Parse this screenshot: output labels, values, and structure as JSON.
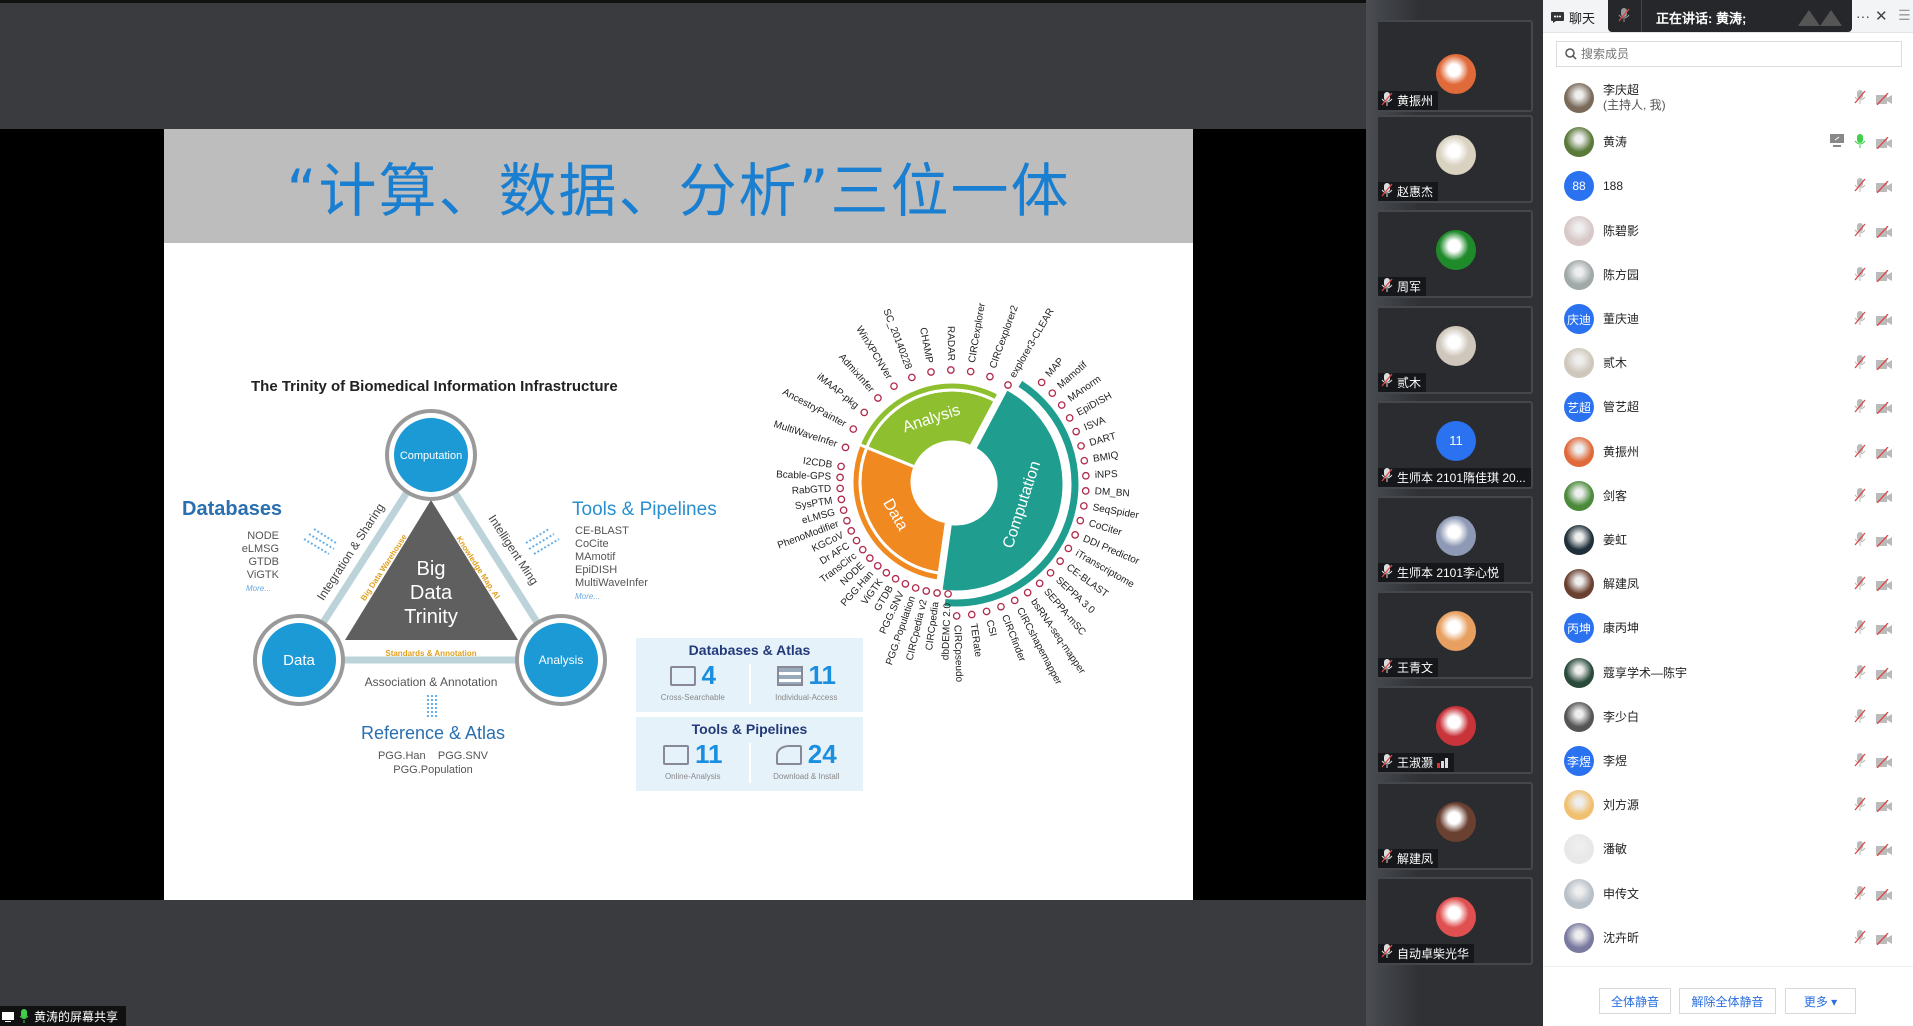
{
  "slide": {
    "title": "“计算、数据、分析”三位一体",
    "subtitle": "The Trinity of Biomedical Information Infrastructure",
    "nodes": {
      "computation": "Computation",
      "data": "Data",
      "analysis": "Analysis"
    },
    "center": [
      "Big",
      "Data",
      "Trinity"
    ],
    "edges": {
      "left": "Integration & Sharing",
      "left_inner": "Big Data Warehouse",
      "right": "Intelligent Ming",
      "right_inner": "Knowledge Map, AI",
      "bottom_inner": "Standards & Annotation",
      "bottom": "Association & Annotation"
    },
    "databases": {
      "heading": "Databases",
      "items": [
        "NODE",
        "eLMSG",
        "GTDB",
        "ViGTK"
      ],
      "more": "More..."
    },
    "tools": {
      "heading": "Tools & Pipelines",
      "items": [
        "CE-BLAST",
        "CoCite",
        "MAmotif",
        "EpiDISH",
        "MultiWaveInfer"
      ],
      "more": "More..."
    },
    "reference": {
      "heading": "Reference & Atlas",
      "line1": "PGG.Han    PGG.SNV",
      "line2": "PGG.Population"
    },
    "stats": [
      {
        "heading": "Databases & Atlas",
        "cells": [
          {
            "num": "4",
            "cap": "Cross-Searchable"
          },
          {
            "num": "11",
            "cap": "Individual-Access"
          }
        ]
      },
      {
        "heading": "Tools & Pipelines",
        "cells": [
          {
            "num": "11",
            "cap": "Online-Analysis"
          },
          {
            "num": "24",
            "cap": "Download & Install"
          }
        ]
      }
    ],
    "radial": {
      "colors": {
        "analysis": "#8dbf2e",
        "computation": "#1f9e8f",
        "data": "#f0891f",
        "dot": "#b0294a"
      },
      "segments": {
        "analysis": "Analysis",
        "computation": "Computation",
        "data": "Data"
      },
      "analysis_labels": [
        "MultiWaveInfer",
        "AncestryPainter",
        "iMAAP-pkg",
        "AdmixInfer",
        "WinXPCNVer",
        "SC_20140228",
        "CHAMP",
        "RADAR",
        "CIRCexplorer",
        "CIRCexplorer2",
        "explorer3-CLEAR"
      ],
      "computation_labels": [
        "MAP",
        "Mamotif",
        "MAnorm",
        "EpiDISH",
        "ISVA",
        "DART",
        "BMIQ",
        "iNPS",
        "DM_BN",
        "SeqSpider",
        "CoCiter",
        "DDI Predictor",
        "iTranscriptome",
        "CE-BLAST",
        "SEPPA 3.0",
        "SEPPA-mSC",
        "bsRNA-seq-mapper",
        "CIRCshapemapper",
        "CIRCfinder",
        "CSI",
        "TERate",
        "CIRCpseudo"
      ],
      "data_labels": [
        "dbDEMC 2.0",
        "CIRCpedia",
        "CIRCpedia v2",
        "PGG.Population",
        "PGG.SNV",
        "GTDB",
        "ViGTK",
        "PGG.Han",
        "NODE",
        "TransCirc",
        "Dr AFC",
        "KGCoV",
        "PhenoModifier",
        "eLMSG",
        "SysPTM",
        "RabGTD",
        "Bcable-GPS",
        "I2CDB"
      ]
    }
  },
  "screen_share_label": "黄涛的屏幕共享",
  "video_tiles": [
    {
      "name": "黄振州",
      "color": "#e06a3a"
    },
    {
      "name": "赵惠杰",
      "color": "#d9d2c0"
    },
    {
      "name": "周军",
      "color": "#1f8a2a"
    },
    {
      "name": "贰木",
      "color": "#cfc7bb"
    },
    {
      "name": "生师本 2101隋佳琪 20...",
      "color": "#2a72f0",
      "initials": "11"
    },
    {
      "name": "生师本 2101李心悦",
      "color": "#8e9ab5"
    },
    {
      "name": "王青文",
      "color": "#e8a060"
    },
    {
      "name": "王淑灏",
      "color": "#c9333a",
      "signal": true
    },
    {
      "name": "解建凤",
      "color": "#6a4030"
    },
    {
      "name": "自动卓柴光华",
      "color": "#e05050"
    }
  ],
  "panel": {
    "tab_chat": "聊天",
    "speaking": "正在讲话: 黄涛;",
    "more": "···",
    "close": "✕",
    "search_placeholder": "搜索成员",
    "members": [
      {
        "name": "李庆超",
        "sub": "(主持人, 我)",
        "color": "#7a6a5a"
      },
      {
        "name": "黄涛",
        "color": "#5a7a3a",
        "speaking": true,
        "sharing": true
      },
      {
        "name": "188",
        "initials": "88",
        "color": "#2a72f0"
      },
      {
        "name": "陈碧影",
        "color": "#d8c8c8"
      },
      {
        "name": "陈方园",
        "color": "#a0a8a8"
      },
      {
        "name": "董庆迪",
        "initials": "庆迪",
        "color": "#2a72f0"
      },
      {
        "name": "贰木",
        "color": "#cfc7bb"
      },
      {
        "name": "管艺超",
        "initials": "艺超",
        "color": "#2a72f0"
      },
      {
        "name": "黄振州",
        "color": "#e06a3a"
      },
      {
        "name": "剑客",
        "color": "#4a8a3a"
      },
      {
        "name": "姜虹",
        "color": "#20303a"
      },
      {
        "name": "解建凤",
        "color": "#6a4030"
      },
      {
        "name": "康丙坤",
        "initials": "丙坤",
        "color": "#2a72f0"
      },
      {
        "name": "蔻享学术—陈宇",
        "color": "#2a4a3a"
      },
      {
        "name": "李少白",
        "color": "#555"
      },
      {
        "name": "李煜",
        "initials": "李煜",
        "color": "#2a72f0"
      },
      {
        "name": "刘方源",
        "color": "#f0c070"
      },
      {
        "name": "潘敏",
        "color": "#e8e8e8"
      },
      {
        "name": "申传文",
        "color": "#b8c0c8"
      },
      {
        "name": "沈卉昕",
        "color": "#7a7aa0"
      }
    ],
    "footer": {
      "mute_all": "全体静音",
      "unmute_all": "解除全体静音",
      "more": "更多 ▾"
    }
  }
}
